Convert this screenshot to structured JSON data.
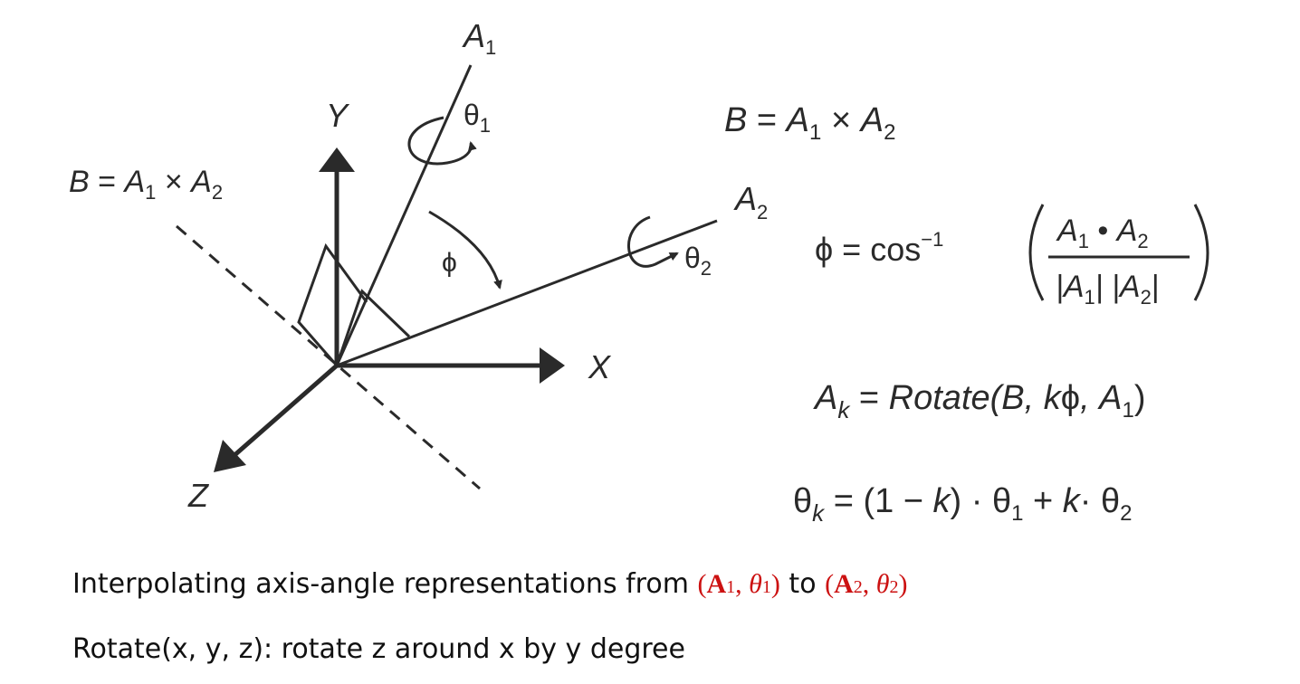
{
  "axes": {
    "x": "X",
    "y": "Y",
    "z": "Z"
  },
  "axis_a1": {
    "name": "A",
    "sub": "1",
    "theta": "θ",
    "theta_sub": "1"
  },
  "axis_a2": {
    "name": "A",
    "sub": "2",
    "theta": "θ",
    "theta_sub": "2"
  },
  "phi": "ϕ",
  "left_label": {
    "b": "B",
    "eq": " = ",
    "a1": "A",
    "s1": "1",
    "times": " × ",
    "a2": "A",
    "s2": "2"
  },
  "formulas": {
    "cross": {
      "b": "B",
      "eq": " = ",
      "a1": "A",
      "s1": "1",
      "times": " × ",
      "a2": "A",
      "s2": "2"
    },
    "phi_def": {
      "phi": "ϕ",
      "eq": " = cos",
      "sup": "−1",
      "num_a1": "A",
      "num_s1": "1",
      "dot": " • ",
      "num_a2": "A",
      "num_s2": "2",
      "den_a1": "|A",
      "den_s1": "1",
      "den_mid": "| |A",
      "den_s2": "2",
      "den_end": "|"
    },
    "ak": {
      "a": "A",
      "k": "k",
      "rest": " = ",
      "rot": "Rotate",
      "args": "(B, k",
      "phi": "ϕ",
      "comma": ", A",
      "s1": "1",
      "close": ")"
    },
    "thetak": {
      "theta": "θ",
      "k": "k",
      "p1": " = (1 − ",
      "kk": "k",
      "p2": ") · θ",
      "s1": "1",
      "p3": " + ",
      "k2": "k",
      "p4": "· θ",
      "s2": "2"
    }
  },
  "caption1": {
    "text": "Interpolating axis-angle representations from ",
    "from": {
      "open": "(",
      "a": "A",
      "asub": "1",
      "sep": ", ",
      "t": "θ",
      "tsub": "1",
      "close": ")"
    },
    "to_word": " to ",
    "to": {
      "open": "(",
      "a": "A",
      "asub": "2",
      "sep": ", ",
      "t": "θ",
      "tsub": "2",
      "close": ")"
    }
  },
  "caption2": "Rotate(x, y, z): rotate z around x by y degree",
  "colors": {
    "ink": "#2a2a2a",
    "highlight": "#cc1111"
  }
}
